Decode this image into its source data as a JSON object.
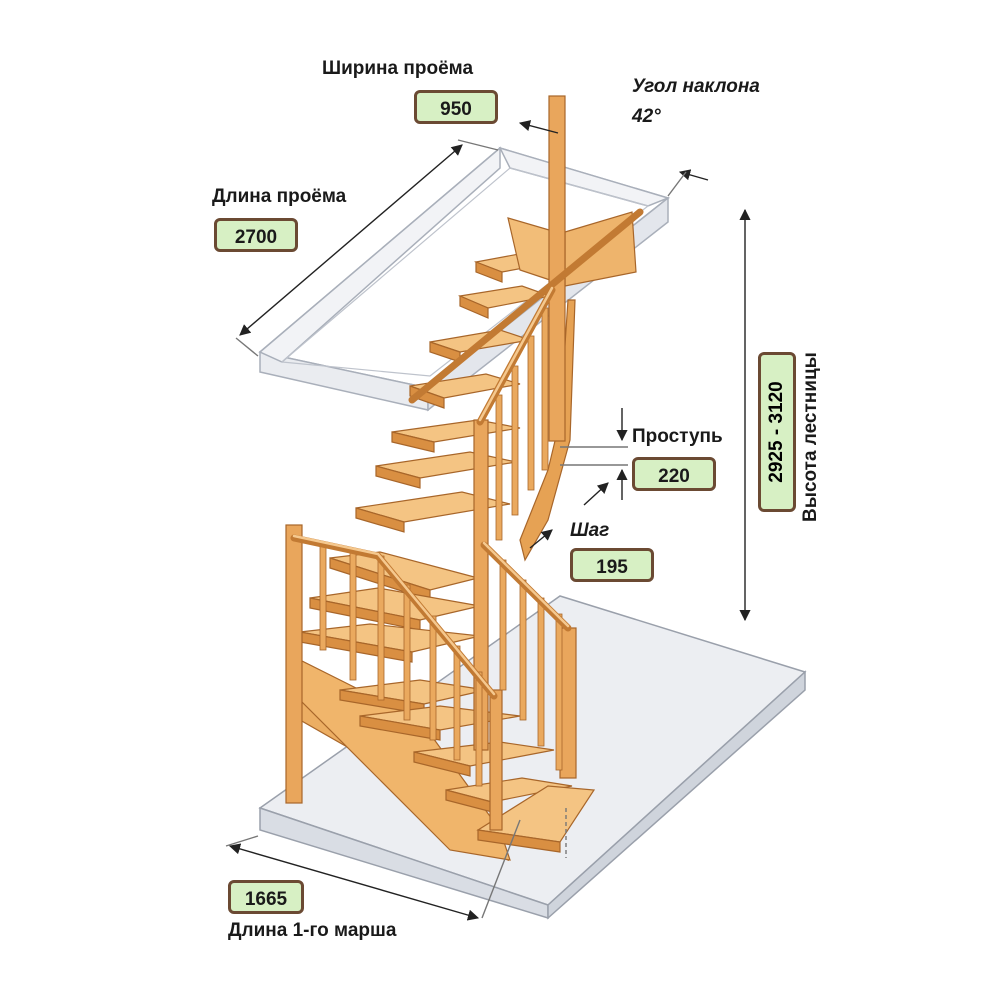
{
  "title": "",
  "colors": {
    "wood": "#e8a65a",
    "wood_light": "#f3c27f",
    "wood_dark": "#b9772f",
    "glass": "#dfe3ea",
    "badge_fill": "#d7f0c4",
    "badge_border": "#6b4a33",
    "dimension_line": "#222222"
  },
  "labels": {
    "opening_width": "Ширина проёма",
    "opening_length": "Длина проёма",
    "incline_angle": "Угол наклона",
    "tread": "Проступь",
    "step": "Шаг",
    "stair_height": "Высота лестницы",
    "first_flight_length": "Длина 1-го марша"
  },
  "values": {
    "opening_width": "950",
    "opening_length": "2700",
    "incline_angle": "42°",
    "tread": "220",
    "step": "195",
    "stair_height": "2925 - 3120",
    "first_flight_length": "1665"
  }
}
